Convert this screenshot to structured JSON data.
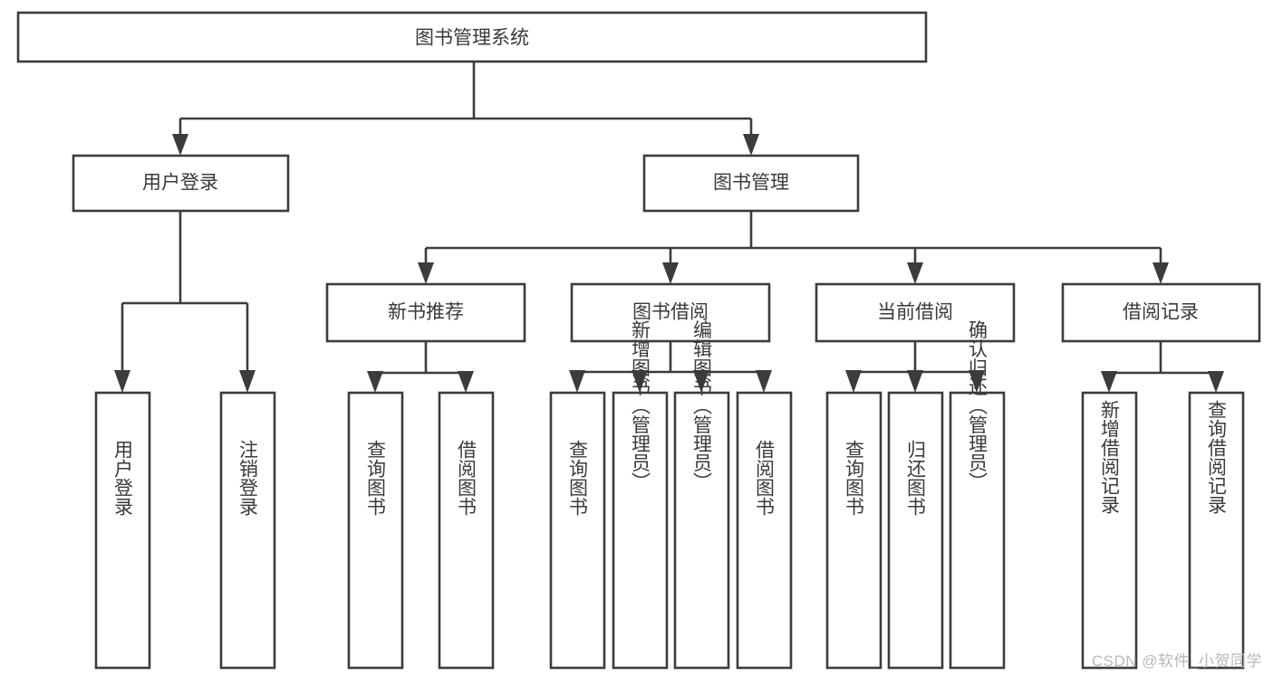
{
  "diagram": {
    "type": "tree",
    "title": "图书管理系统",
    "watermark": "CSDN @软件_小贺同学",
    "colors": {
      "background": "#ffffff",
      "stroke": "#3c3c3c",
      "text": "#3a3a3a",
      "watermark": "#b8b8b8"
    },
    "root": {
      "label": "图书管理系统"
    },
    "level2": [
      {
        "label": "用户登录"
      },
      {
        "label": "图书管理"
      }
    ],
    "level3": [
      {
        "label": "新书推荐"
      },
      {
        "label": "图书借阅"
      },
      {
        "label": "当前借阅"
      },
      {
        "label": "借阅记录"
      }
    ],
    "leaves": {
      "user_login": [
        {
          "label": "用户登录"
        },
        {
          "label": "注销登录"
        }
      ],
      "new_book_recommend": [
        {
          "label": "查询图书"
        },
        {
          "label": "借阅图书"
        }
      ],
      "book_borrow": [
        {
          "label": "查询图书"
        },
        {
          "label": "新增图书（管理员）"
        },
        {
          "label": "编辑图书（管理员）"
        },
        {
          "label": "借阅图书"
        }
      ],
      "current_borrow": [
        {
          "label": "查询图书"
        },
        {
          "label": "归还图书"
        },
        {
          "label": "确认归还（管理员）"
        }
      ],
      "borrow_record": [
        {
          "label": "新增借阅记录"
        },
        {
          "label": "查询借阅记录"
        }
      ]
    }
  }
}
